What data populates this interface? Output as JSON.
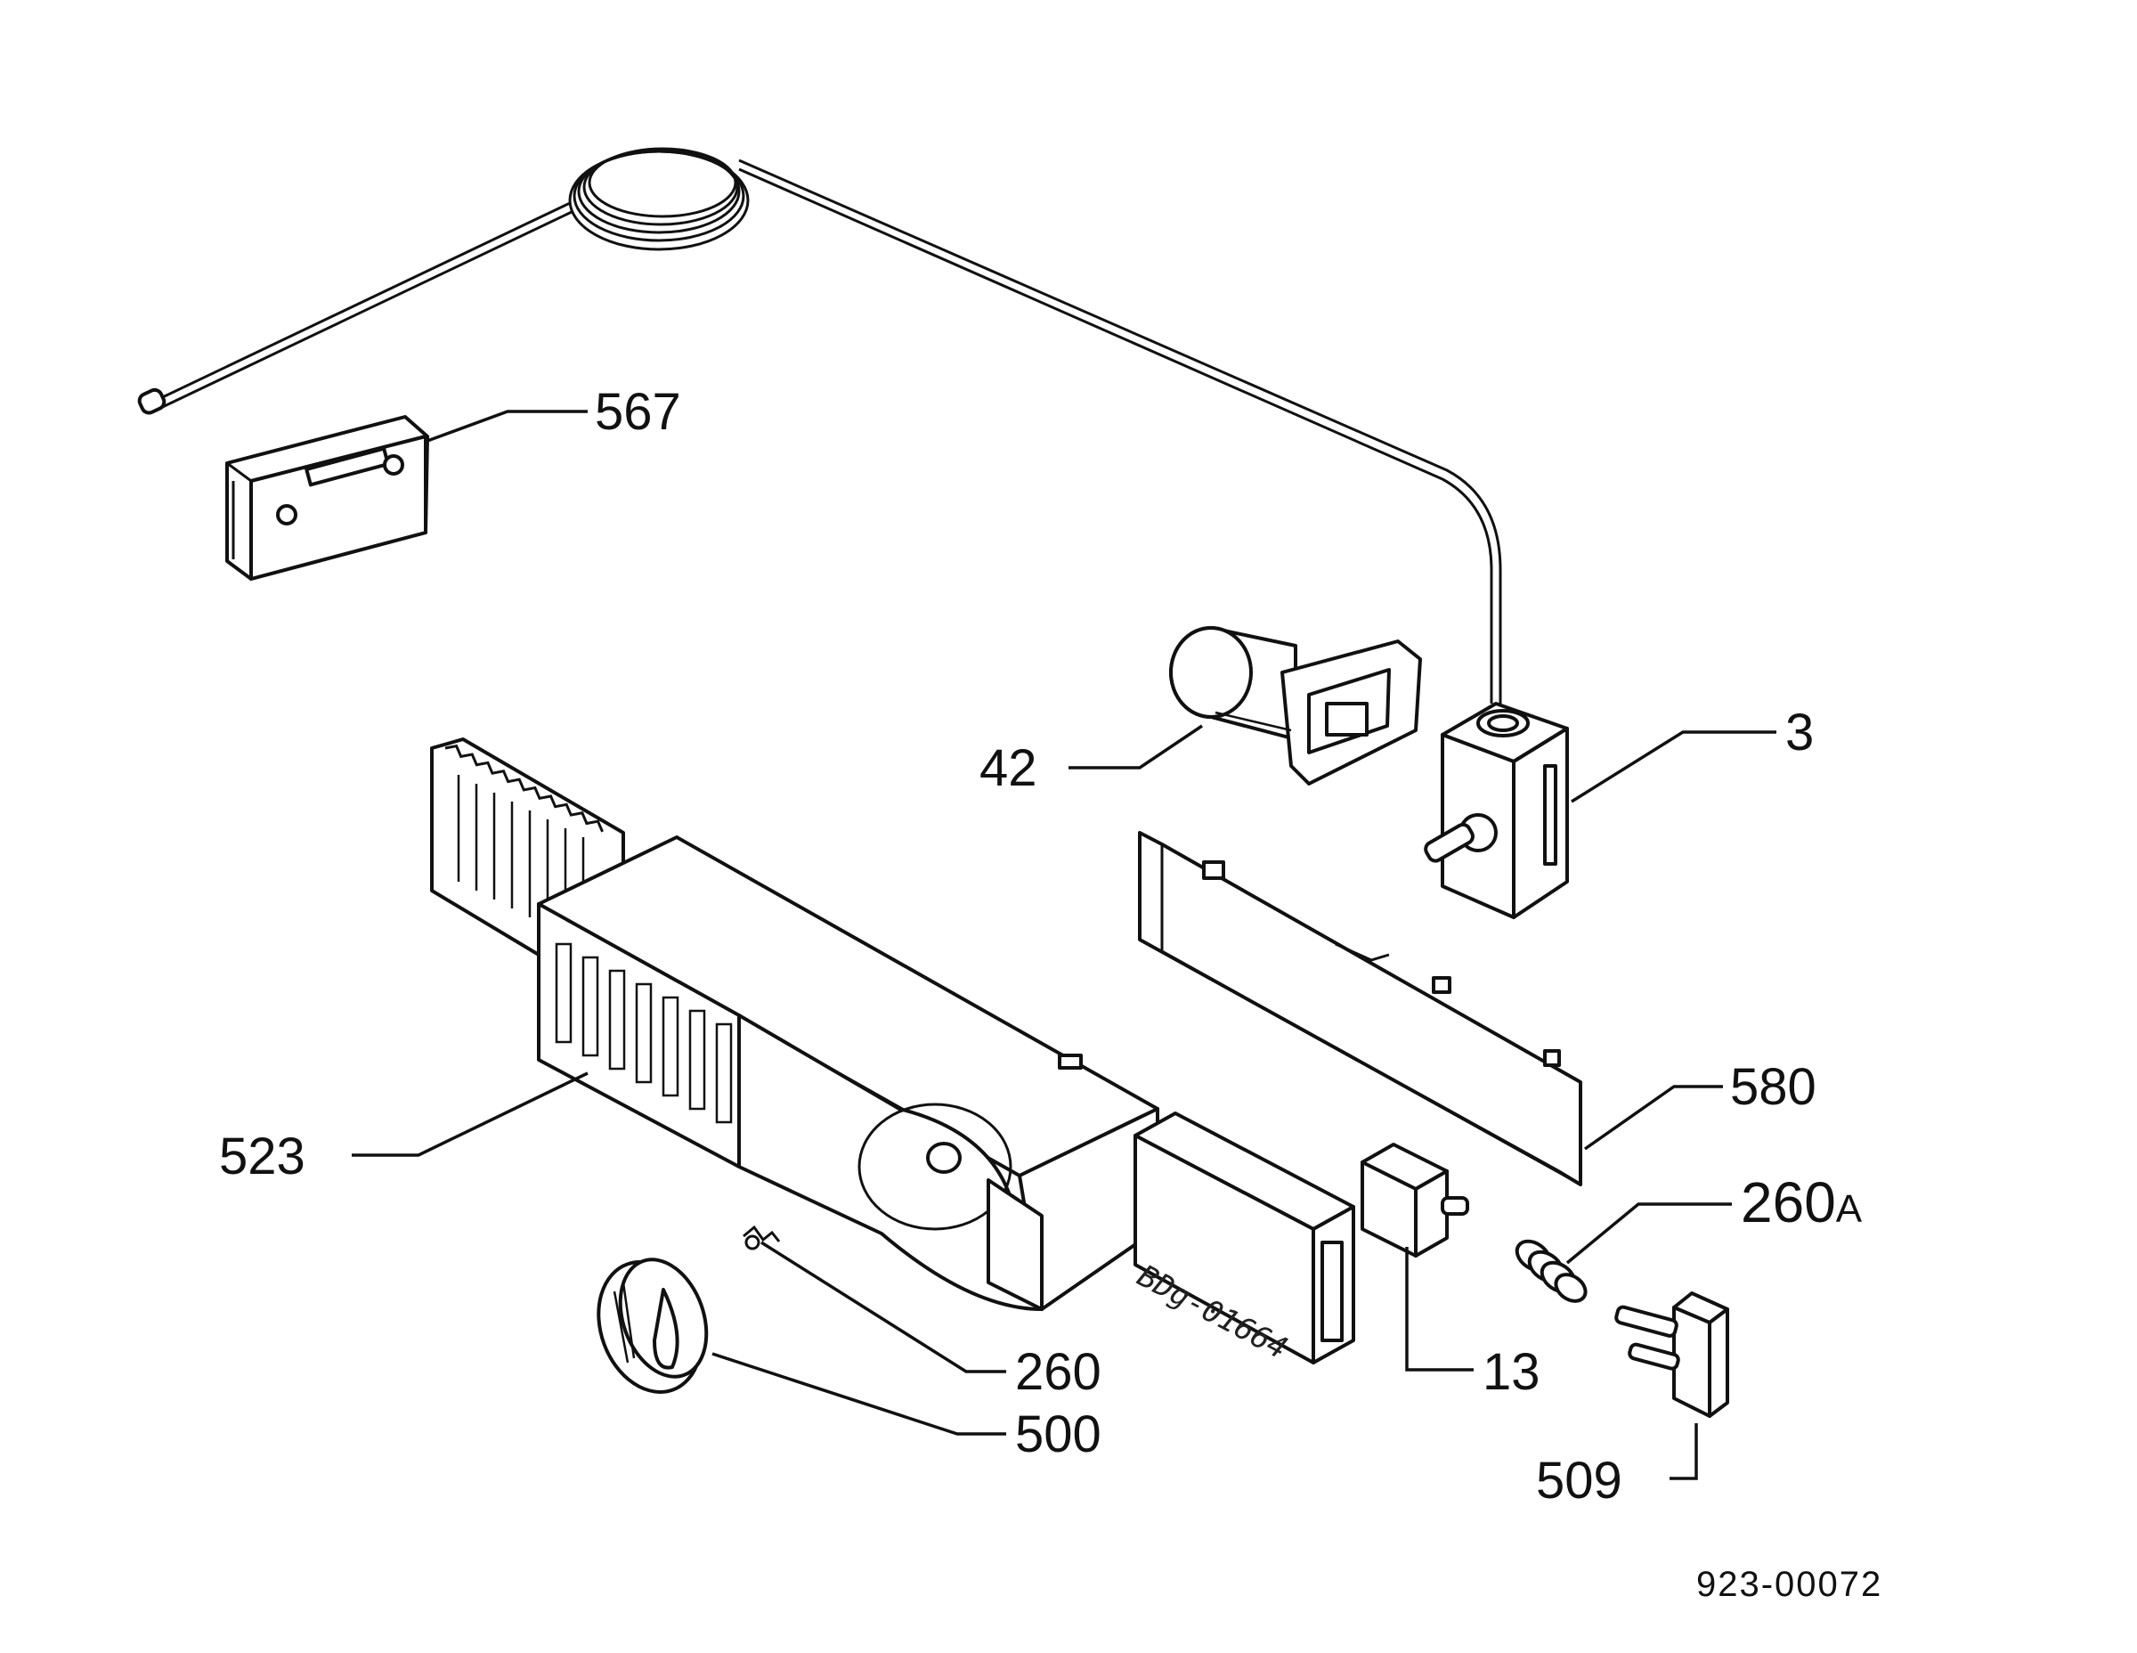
{
  "diagram": {
    "callouts": [
      {
        "id": "567",
        "label": "567"
      },
      {
        "id": "42",
        "label": "42"
      },
      {
        "id": "3",
        "label": "3"
      },
      {
        "id": "580",
        "label": "580"
      },
      {
        "id": "523",
        "label": "523"
      },
      {
        "id": "260a",
        "label": "260"
      },
      {
        "id": "260a_suffix",
        "label": "A"
      },
      {
        "id": "260",
        "label": "260"
      },
      {
        "id": "500",
        "label": "500"
      },
      {
        "id": "13",
        "label": "13"
      },
      {
        "id": "509",
        "label": "509"
      }
    ],
    "handwritten_code": "BDg-01664",
    "drawing_number": "923-00072"
  }
}
